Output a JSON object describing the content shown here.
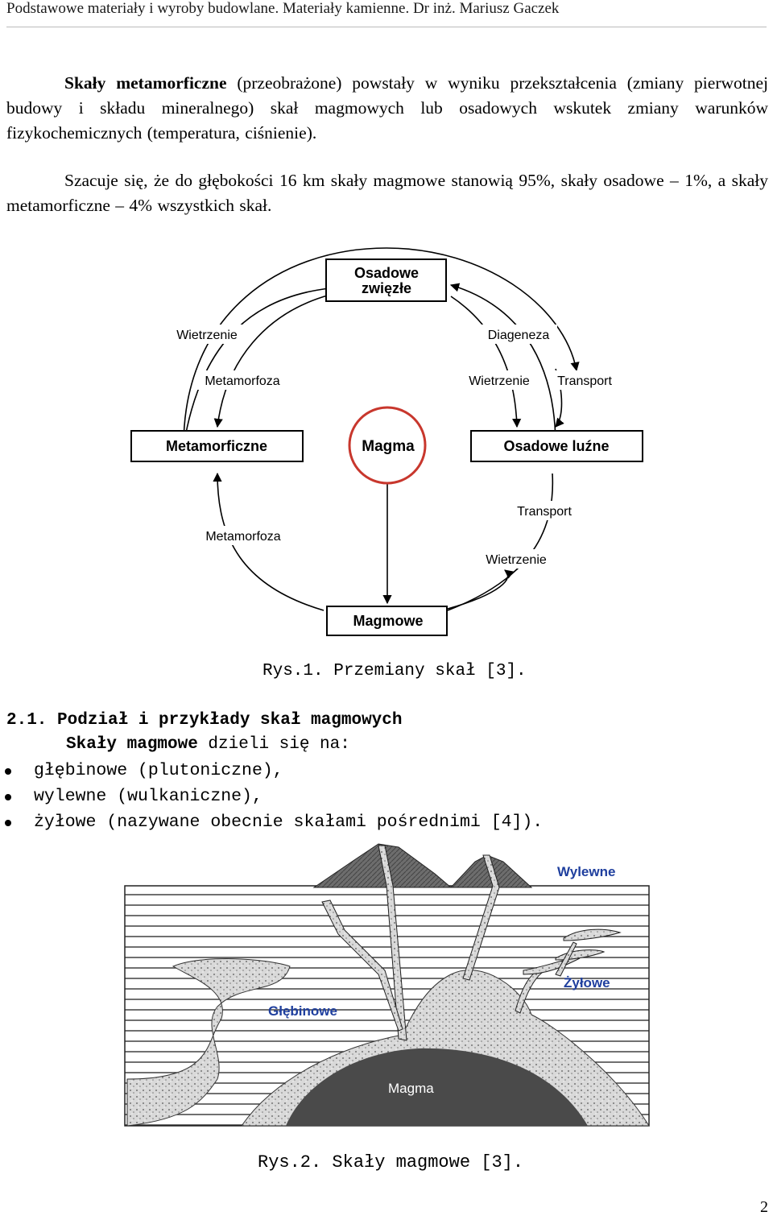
{
  "header": {
    "title": "Podstawowe materiały i wyroby budowlane. Materiały kamienne. Dr inż. Mariusz Gaczek"
  },
  "intro": {
    "term": "Skały metamorficzne",
    "rest": " (przeobrażone) powstały w wyniku przekształcenia (zmiany pierwotnej budowy i składu mineralnego) skał magmowych lub osadowych wskutek zmiany warunków fizykochemicznych (temperatura, ciśnienie)."
  },
  "estimate": {
    "text": "Szacuje się, że do głębokości 16 km skały magmowe stanowią 95%, skały osadowe – 1%, a skały metamorficzne – 4% wszystkich skał."
  },
  "cycle": {
    "boxes": {
      "osadowe_zwiezle_1": "Osadowe",
      "osadowe_zwiezle_2": "zwięzłe",
      "metamorficzne": "Metamorficzne",
      "magma": "Magma",
      "osadowe_luzne": "Osadowe luźne",
      "magmowe": "Magmowe"
    },
    "labels": {
      "wietrzenie_top_left": "Wietrzenie",
      "metamorfoza_top": "Metamorfoza",
      "diageneza": "Diageneza",
      "wietrzenie_top_right": "Wietrzenie",
      "transport_top": "Transport",
      "transport_bottom": "Transport",
      "metamorfoza_bottom": "Metamorfoza",
      "wietrzenie_bottom": "Wietrzenie"
    },
    "colors": {
      "magma_ring": "#c8372d"
    }
  },
  "fig1": {
    "caption": "Rys.1. Przemiany skał [3]."
  },
  "section": {
    "heading": "2.1. Podział i przykłady skał magmowych",
    "lead_bold": "Skały magmowe",
    "lead_rest": " dzieli się na:",
    "items": [
      "głębinowe (plutoniczne),",
      "wylewne (wulkaniczne),",
      "żyłowe (nazywane obecnie skałami pośrednimi [4])."
    ]
  },
  "fig2": {
    "labels": {
      "wylewne": "Wylewne",
      "zylowe": "Żyłowe",
      "glebinowe": "Głębinowe",
      "magma": "Magma"
    },
    "colors": {
      "label_blue": "#1f3f9e",
      "magma_fill": "#4a4a4a",
      "rock_fill": "#d9d9d9"
    },
    "caption": "Rys.2. Skały magmowe [3]."
  },
  "page": {
    "number": "2"
  }
}
